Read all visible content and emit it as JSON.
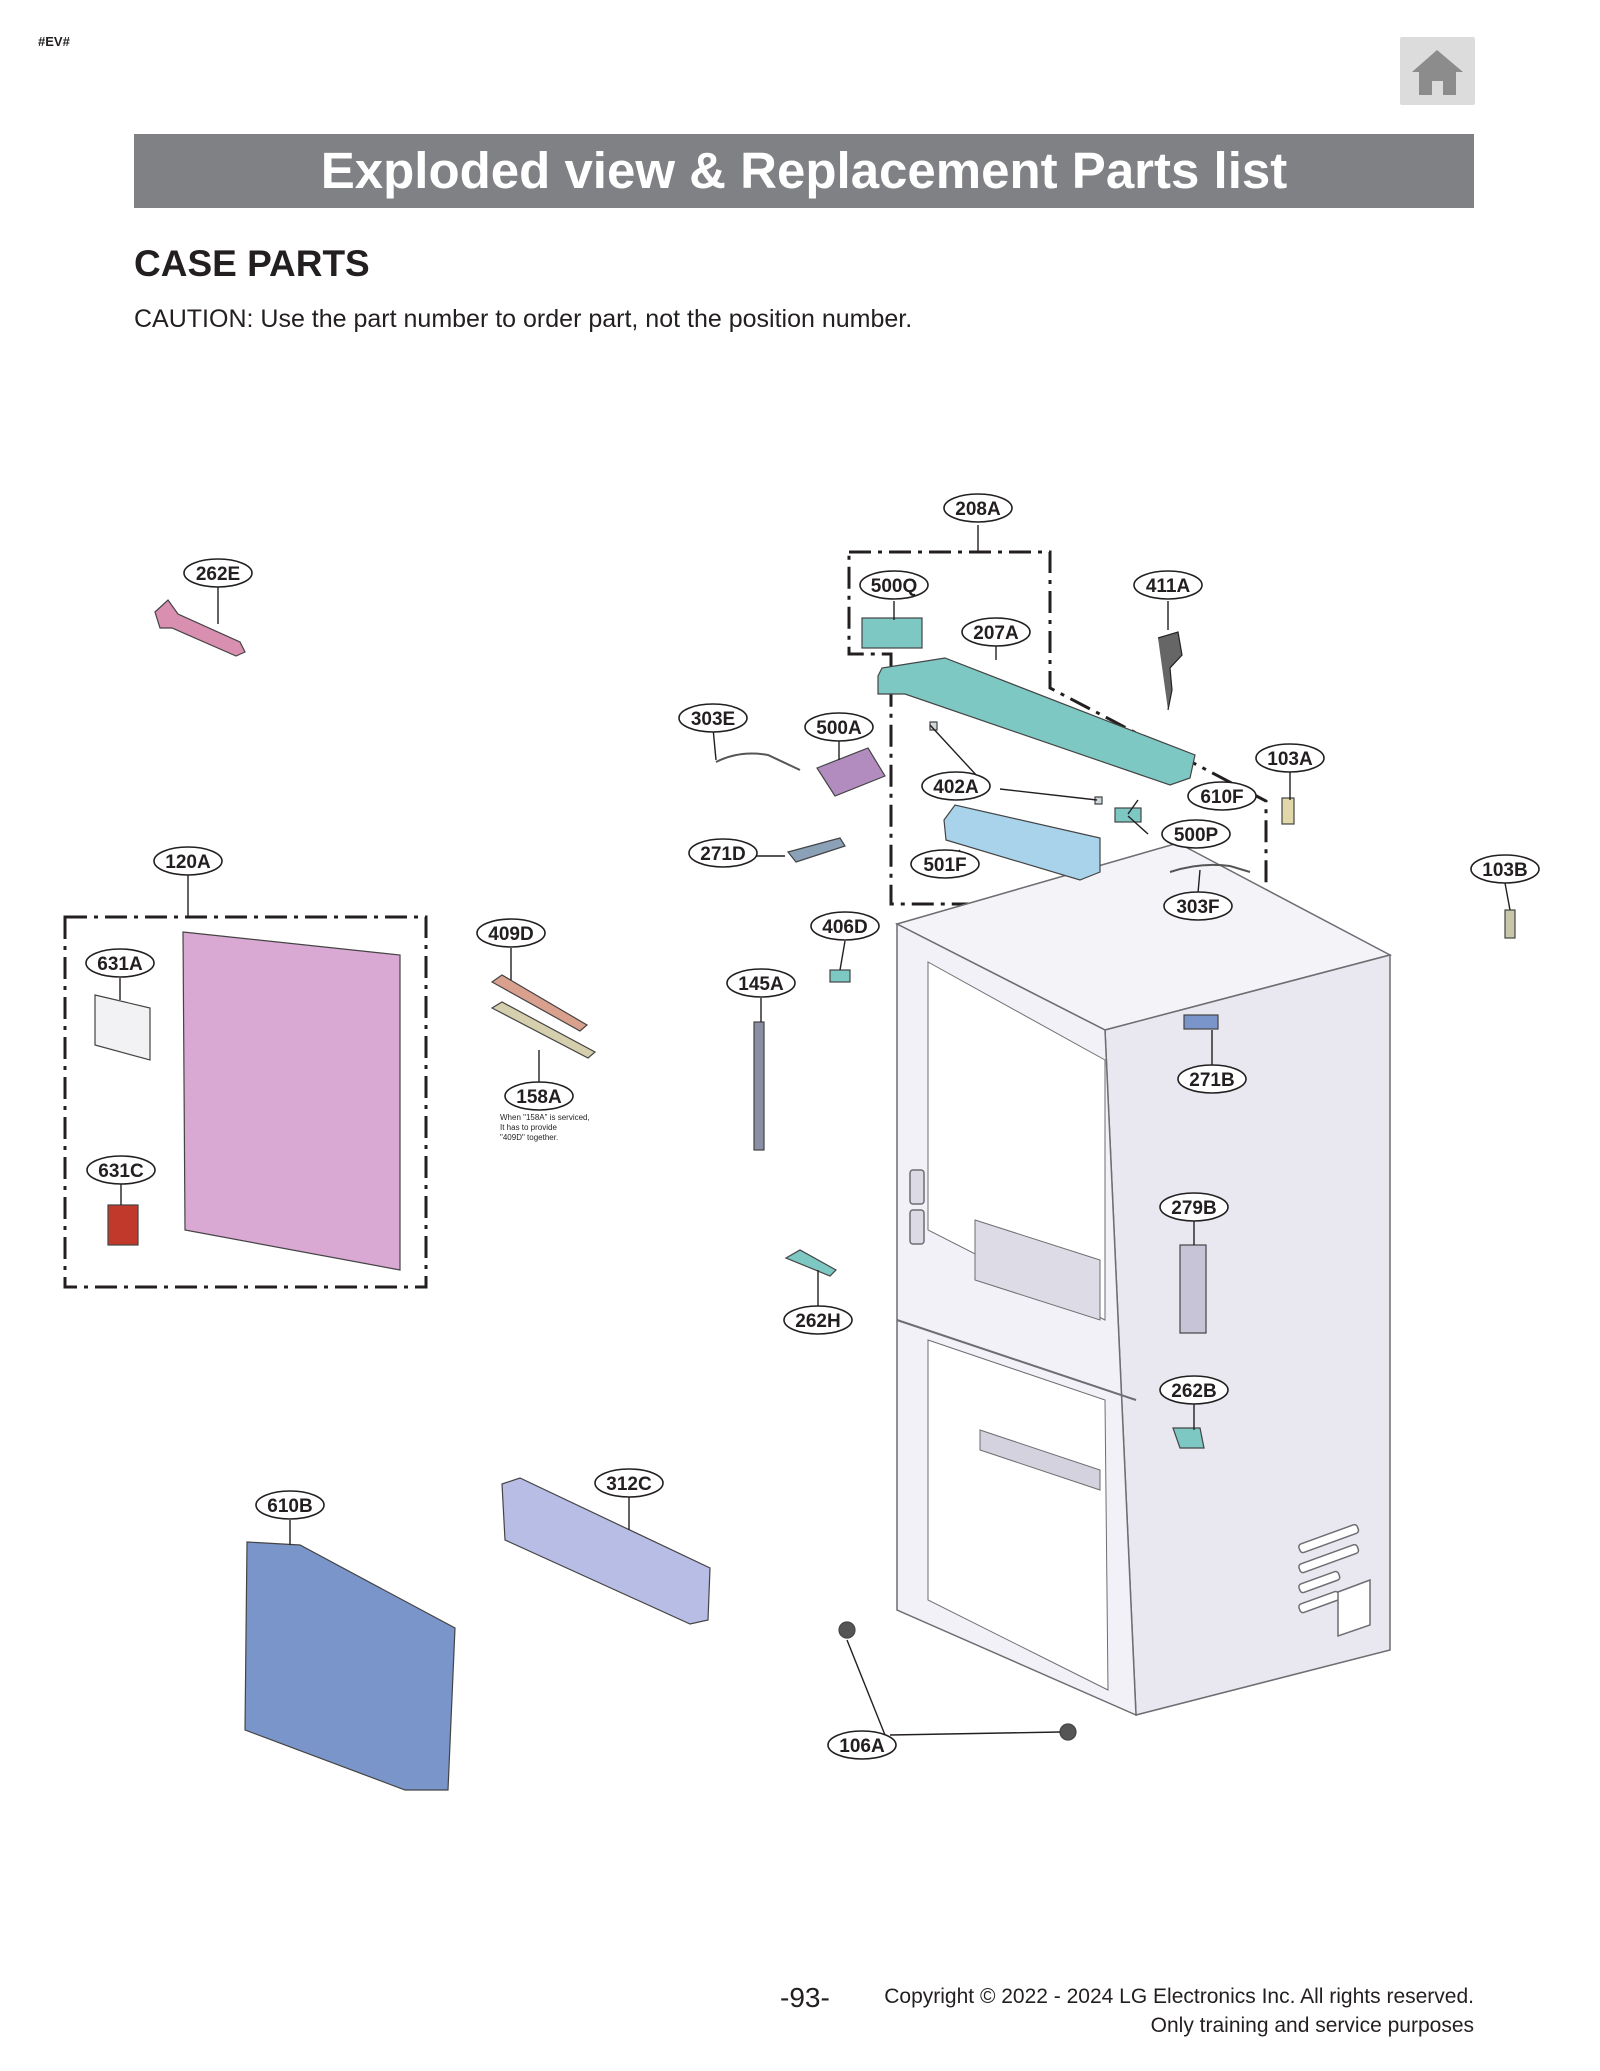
{
  "header": {
    "tag": "#EV#",
    "home_icon": "home-icon",
    "title": "Exploded view & Replacement Parts list"
  },
  "section": {
    "heading": "CASE PARTS",
    "caution": "CAUTION: Use the part number to order part, not the position number."
  },
  "callouts": [
    {
      "id": "208A",
      "label": "208A"
    },
    {
      "id": "262E",
      "label": "262E"
    },
    {
      "id": "500Q",
      "label": "500Q"
    },
    {
      "id": "411A",
      "label": "411A"
    },
    {
      "id": "207A",
      "label": "207A"
    },
    {
      "id": "303E",
      "label": "303E"
    },
    {
      "id": "500A",
      "label": "500A"
    },
    {
      "id": "103A",
      "label": "103A"
    },
    {
      "id": "402A",
      "label": "402A"
    },
    {
      "id": "610F",
      "label": "610F"
    },
    {
      "id": "500P",
      "label": "500P"
    },
    {
      "id": "271D",
      "label": "271D"
    },
    {
      "id": "120A",
      "label": "120A"
    },
    {
      "id": "501F",
      "label": "501F"
    },
    {
      "id": "103B",
      "label": "103B"
    },
    {
      "id": "303F",
      "label": "303F"
    },
    {
      "id": "409D",
      "label": "409D"
    },
    {
      "id": "406D",
      "label": "406D"
    },
    {
      "id": "631A",
      "label": "631A"
    },
    {
      "id": "145A",
      "label": "145A"
    },
    {
      "id": "271B",
      "label": "271B"
    },
    {
      "id": "158A",
      "label": "158A"
    },
    {
      "id": "631C",
      "label": "631C"
    },
    {
      "id": "279B",
      "label": "279B"
    },
    {
      "id": "262H",
      "label": "262H"
    },
    {
      "id": "262B",
      "label": "262B"
    },
    {
      "id": "312C",
      "label": "312C"
    },
    {
      "id": "610B",
      "label": "610B"
    },
    {
      "id": "106A",
      "label": "106A"
    }
  ],
  "note_158A": [
    "When \"158A\" is serviced,",
    "It has to provide",
    "\"409D\" together."
  ],
  "part_colors": {
    "pink": "#d9a9d4",
    "teal": "#7ec8c4",
    "light_blue": "#a9d3ea",
    "blue": "#7a95c9",
    "lavender": "#b8bde6",
    "salmon": "#d9a08e",
    "cabinet": "#eeecf4"
  },
  "footer": {
    "page_number": "-93-",
    "copyright_line1": "Copyright © 2022 - 2024 LG Electronics Inc. All rights reserved.",
    "copyright_line2": "Only training and service purposes"
  }
}
